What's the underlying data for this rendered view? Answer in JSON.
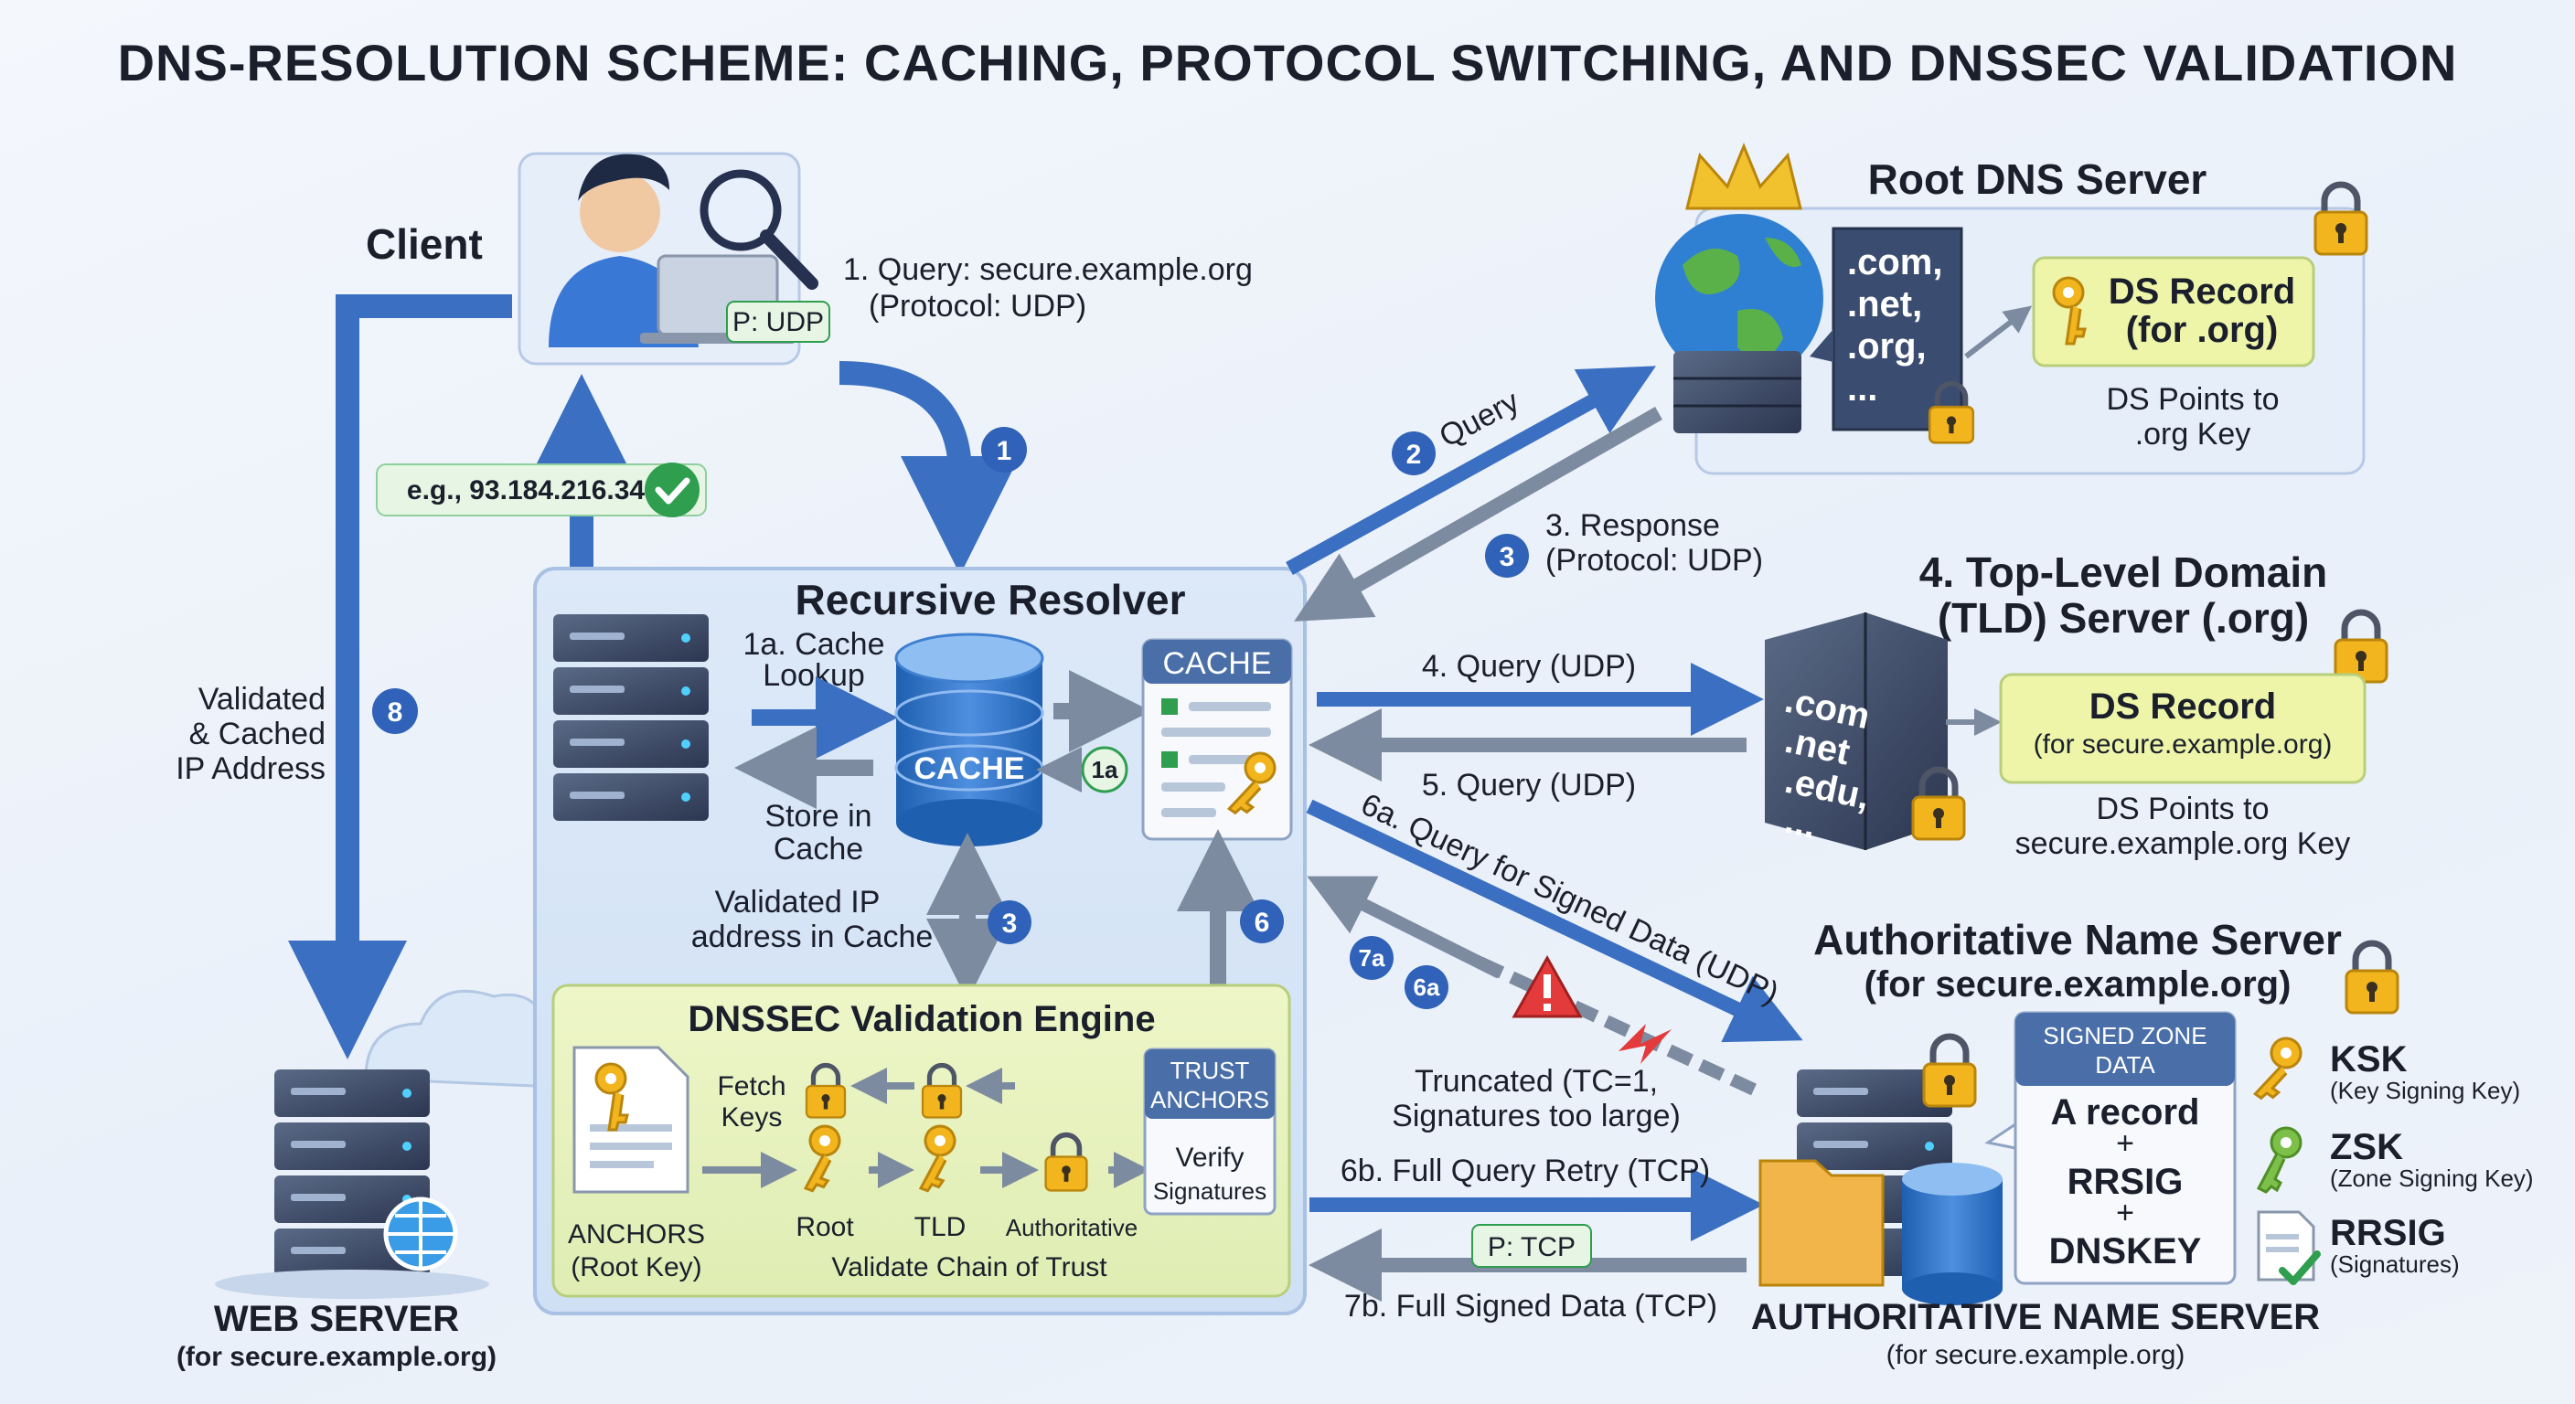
{
  "title": "DNS-RESOLUTION SCHEME: CACHING, PROTOCOL SWITCHING, AND DNSSEC VALIDATION",
  "client": {
    "label": "Client",
    "protocol_tag": "P: UDP",
    "icon": "user-with-laptop-icon"
  },
  "step1": {
    "text_line1": "1. Query: secure.example.org",
    "text_line2": "(Protocol: UDP)",
    "badge": "1"
  },
  "ip_tag": "e.g., 93.184.216.34",
  "step8": {
    "line1": "Validated",
    "line2": "& Cached",
    "line3": "IP Address",
    "badge": "8"
  },
  "root": {
    "title": "Root DNS Server",
    "tlds": [
      ".com,",
      ".net,",
      ".org,",
      "..."
    ],
    "ds_line1": "DS Record",
    "ds_line2": "(for .org)",
    "points_line1": "DS Points to",
    "points_line2": ".org Key"
  },
  "step2": {
    "text": "Query",
    "badge": "2"
  },
  "step3": {
    "line1": "3. Response",
    "line2": "(Protocol: UDP)",
    "badge": "3"
  },
  "tld": {
    "title_line1": "4. Top-Level Domain",
    "title_line2": "(TLD) Server (.org)",
    "server_labels": [
      ".com",
      ".net",
      ".edu,",
      "..."
    ],
    "ds_line1": "DS Record",
    "ds_line2": "(for secure.example.org)",
    "points_line1": "DS Points to",
    "points_line2": "secure.example.org Key"
  },
  "step4": "4. Query (UDP)",
  "step5": "5. Query (UDP)",
  "step6a": {
    "text": "6a. Query for Signed Data (UDP)",
    "badge": "6a"
  },
  "step7a_badge": "7a",
  "truncated": {
    "line1": "Truncated (TC=1,",
    "line2": "Signatures too large)"
  },
  "step6b": "6b. Full Query Retry (TCP)",
  "step7b": "7b. Full Signed Data (TCP)",
  "tcp_tag": "P: TCP",
  "resolver": {
    "title": "Recursive Resolver",
    "cache_lookup_line1": "1a. Cache",
    "cache_lookup_line2": "Lookup",
    "cache_label": "CACHE",
    "cache_panel_label": "CACHE",
    "store_line1": "Store in",
    "store_line2": "Cache",
    "badge_1a": "1a",
    "validated_line1": "Validated IP",
    "validated_line2": "address in Cache",
    "badge_3": "3",
    "badge_6": "6"
  },
  "dnssec": {
    "title": "DNSSEC Validation Engine",
    "fetch_line1": "Fetch",
    "fetch_line2": "Keys",
    "trust_line1": "TRUST",
    "trust_line2": "ANCHORS",
    "verify_line1": "Verify",
    "verify_line2": "Signatures",
    "anchors_line1": "ANCHORS",
    "anchors_line2": "(Root Key)",
    "root": "Root",
    "tld": "TLD",
    "authoritative": "Authoritative",
    "chain": "Validate Chain of Trust"
  },
  "authoritative": {
    "title_line1": "Authoritative Name Server",
    "title_line2": "(for secure.example.org)",
    "zone_header_line1": "SIGNED ZONE",
    "zone_header_line2": "DATA",
    "zone_items": [
      "A record",
      "+",
      "RRSIG",
      "+",
      "DNSKEY"
    ],
    "bottom_line1": "AUTHORITATIVE NAME SERVER",
    "bottom_line2": "(for secure.example.org)",
    "legend": [
      {
        "label": "KSK",
        "desc": "(Key Signing Key)",
        "icon": "ksk-key-icon"
      },
      {
        "label": "ZSK",
        "desc": "(Zone Signing Key)",
        "icon": "zsk-key-icon"
      },
      {
        "label": "RRSIG",
        "desc": "(Signatures)",
        "icon": "rrsig-document-icon"
      }
    ]
  },
  "webserver": {
    "line1": "WEB SERVER",
    "line2": "(for secure.example.org)"
  },
  "colors": {
    "arrow_blue": "#3b6fc2",
    "arrow_grey": "#7d8ba0",
    "badge_blue": "#2f62b8",
    "green_tag": "#2f9e4f",
    "lock_gold": "#f2b51d",
    "panel_blue": "#d7e6f7",
    "ds_yellow": "#eef5a8"
  }
}
